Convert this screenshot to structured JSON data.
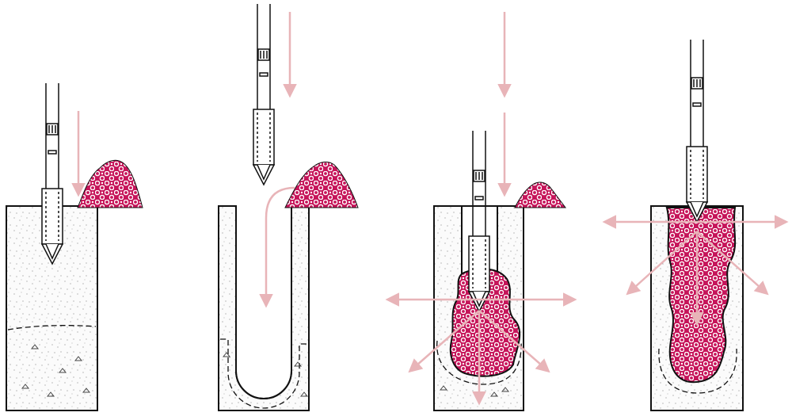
{
  "diagram": {
    "description_text": "",
    "colors": {
      "soil_fill": "#fbfbfb",
      "outline": "#111111",
      "stone_fill": "#c6155a",
      "stone_bubble": "#ffffff",
      "arrow": "#e8b4b8",
      "tool_fill": "#ffffff"
    },
    "panels": [
      {
        "id": "panel-1",
        "step": 1,
        "icons": [
          "vibroprobe-icon",
          "stone-pile-icon",
          "down-arrow-icon",
          "soil-block"
        ]
      },
      {
        "id": "panel-2",
        "step": 2,
        "icons": [
          "vibroprobe-icon",
          "stone-pile-icon",
          "down-arrow-icon",
          "stone-path-arrow-icon",
          "borehole"
        ]
      },
      {
        "id": "panel-3",
        "step": 3,
        "icons": [
          "vibroprobe-icon",
          "stone-pile-icon",
          "down-arrow-icon",
          "radial-arrows-icon",
          "stone-bulb"
        ]
      },
      {
        "id": "panel-4",
        "step": 4,
        "icons": [
          "vibroprobe-icon",
          "radial-arrows-icon",
          "stone-column"
        ]
      }
    ]
  }
}
